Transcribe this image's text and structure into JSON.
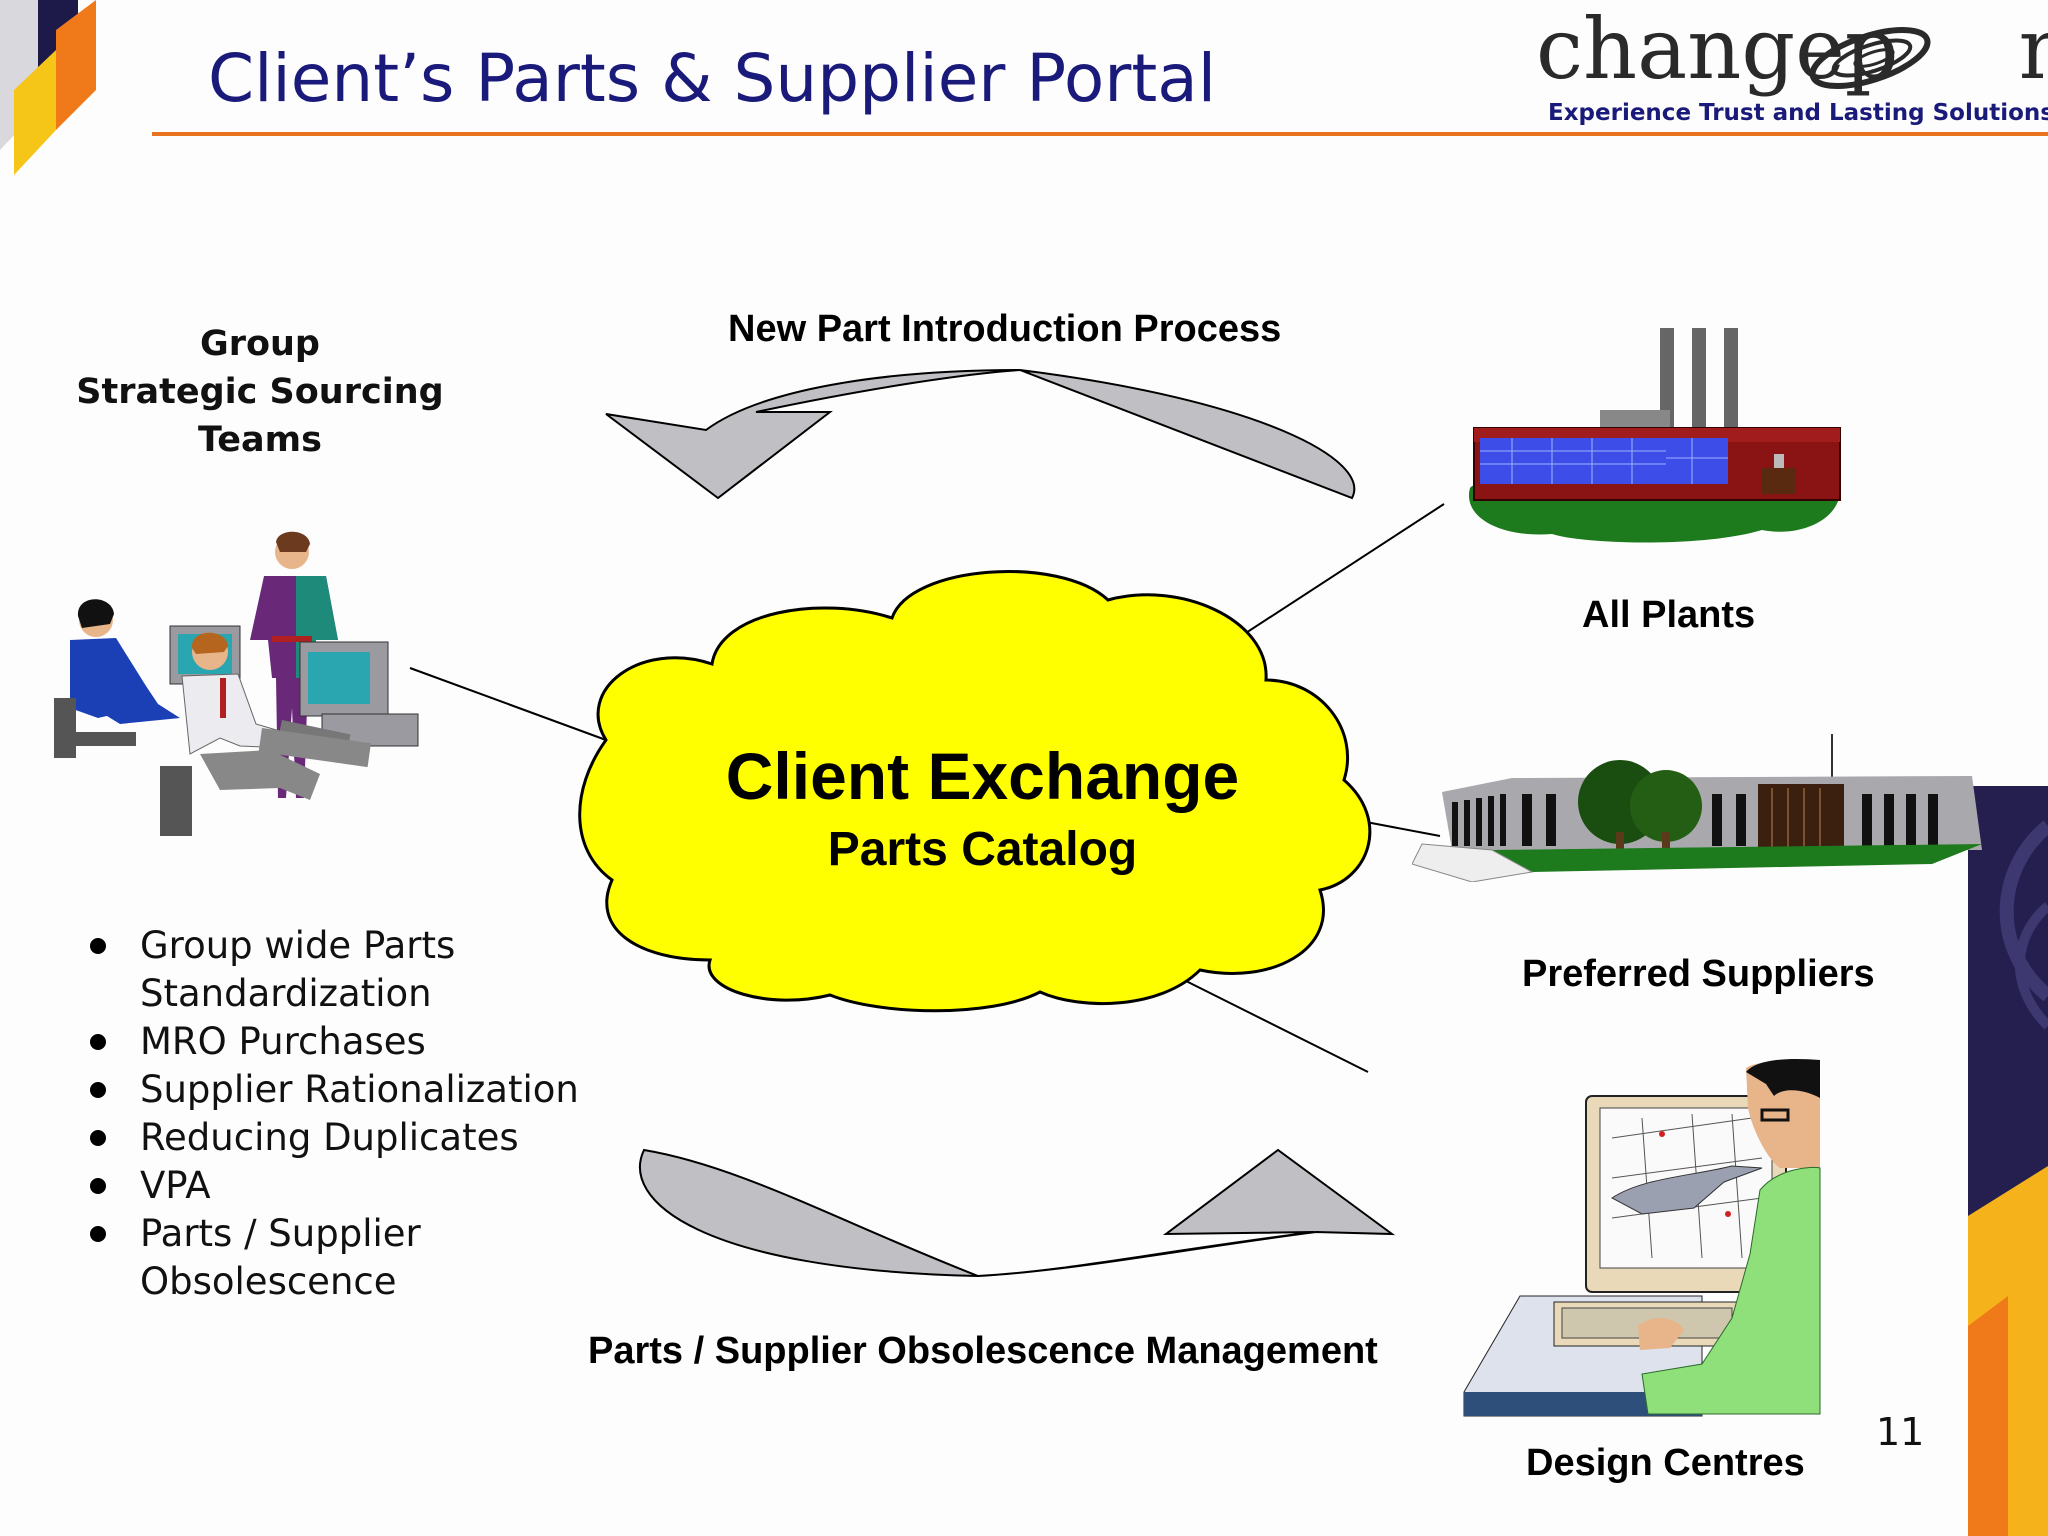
{
  "slide": {
    "title": "Client’s Parts & Supplier Portal",
    "page_number": "11"
  },
  "logo": {
    "wordmark": "changepond",
    "wordmark_left": "changep",
    "wordmark_right": "nd",
    "tagline": "Experience Trust and Lasting Solutions"
  },
  "diagram": {
    "hub": {
      "title": "Client Exchange",
      "subtitle": "Parts Catalog",
      "fill_color": "#ffff00"
    },
    "teams": {
      "label_lines": [
        "Group",
        "Strategic Sourcing",
        "Teams"
      ],
      "icon": "office-workers-icon"
    },
    "flows": {
      "top": "New Part Introduction Process",
      "bottom": "Parts / Supplier Obsolescence Management"
    },
    "nodes": {
      "plants": {
        "label": "All Plants",
        "icon": "factory-icon"
      },
      "suppliers": {
        "label": "Preferred Suppliers",
        "icon": "office-building-icon"
      },
      "design": {
        "label": "Design Centres",
        "icon": "cad-engineer-icon"
      }
    },
    "benefits": [
      "Group wide Parts Standardization",
      "MRO Purchases",
      "Supplier Rationalization",
      "Reducing Duplicates",
      "VPA",
      "Parts / Supplier Obsolescence"
    ]
  },
  "colors": {
    "title": "#1a1a7a",
    "accent_rule": "#e8731f",
    "arrow_fill": "#c0c0c4",
    "brand_orange": "#f28a1c",
    "brand_navy": "#1d1a4a"
  }
}
